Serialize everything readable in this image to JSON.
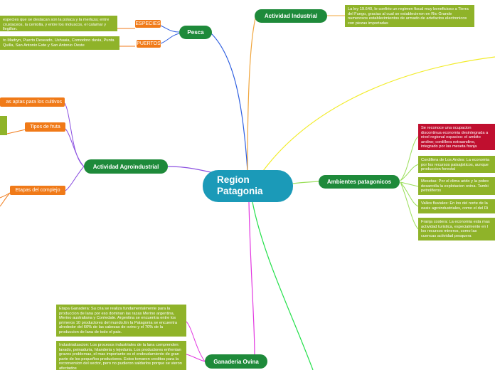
{
  "central": {
    "title": "Region\nPatagonia"
  },
  "branches": {
    "pesca": {
      "label": "Pesca",
      "tag_especies": "ESPECIES",
      "tag_puertos": "PUERTOS",
      "note_especies": "especies que se destacan son la polaca y la merluza; entre crustaceos, la centolla, y entre los moluscos, el calamar y llegillon.",
      "note_puertos": "to Madryn, Puerto Deseado, Ushuaia, Comodoro davia, Punta Quilla, San Antonio Este y San Antonio Oeste"
    },
    "industrial": {
      "label": "Actividad Industrial",
      "note": "La ley 19.640, le confirio un regimen fiscal muy beneficioso a Tierra del Fuego, gracias al cual se establecieron en Rio Grande numerosos establecimientos de armado de artefactos electronicos con piezas importadas"
    },
    "agro": {
      "label": "Actividad Agroindustrial",
      "tag_tierras": "as aptas para los cultivos",
      "tag_fruta": "Tipos de fruta",
      "tag_etapas": "Etapas del complejo"
    },
    "ambientes": {
      "label": "Ambientes patagonicos",
      "notes": [
        "Se reconoce una ocupacion discontinua economia desintegrada a nivel regional espacios: el ambito andino; cordillera extraandino, integrado por las meseta franja costera.",
        "Cordillera de Los Andes: La economia por los recursos paisajisticos, aunque produccion forestal",
        "Mesetas: Por el clima arido y la pobre desarrolla la explotacion ovina. Tambi petroliferos",
        "Valles fluviales: En los del norte de la oasis agroindustriales, como el del Ri",
        "Franja costera: La economia esta mas actividad turistica, especialmente en l los recursos mineros, como las cuencas actividad pesquera"
      ]
    },
    "ganaderia": {
      "label": "Ganaderia Ovina",
      "note_etapa": "Etapa Ganadera: Su cria se realiza fundamentalmente para la produccion de lana por eso dominan las razas Merino argentina, Merino australiana y Corriedale. Argentina se encuentra entre los primeros 10 productores del mundo.En la Patagonia se encuentra alrededor del 60% de las cabezas de ovino y el 70% de la produccion de lana de todo el pais.",
      "note_industrializacion": "Industrializacion: Los procesos industriales de la lana comprenden: lavado, peinaduria, hilanderia y tejeduria. Los productores enfrentan graves problemas, el mas importante es el endeudamiento de gran parte de los pequeños productores. Estos tomaron creditos para la reconversion del sector, pero no pudieron saldarlos porque se vieron afectados"
    }
  }
}
